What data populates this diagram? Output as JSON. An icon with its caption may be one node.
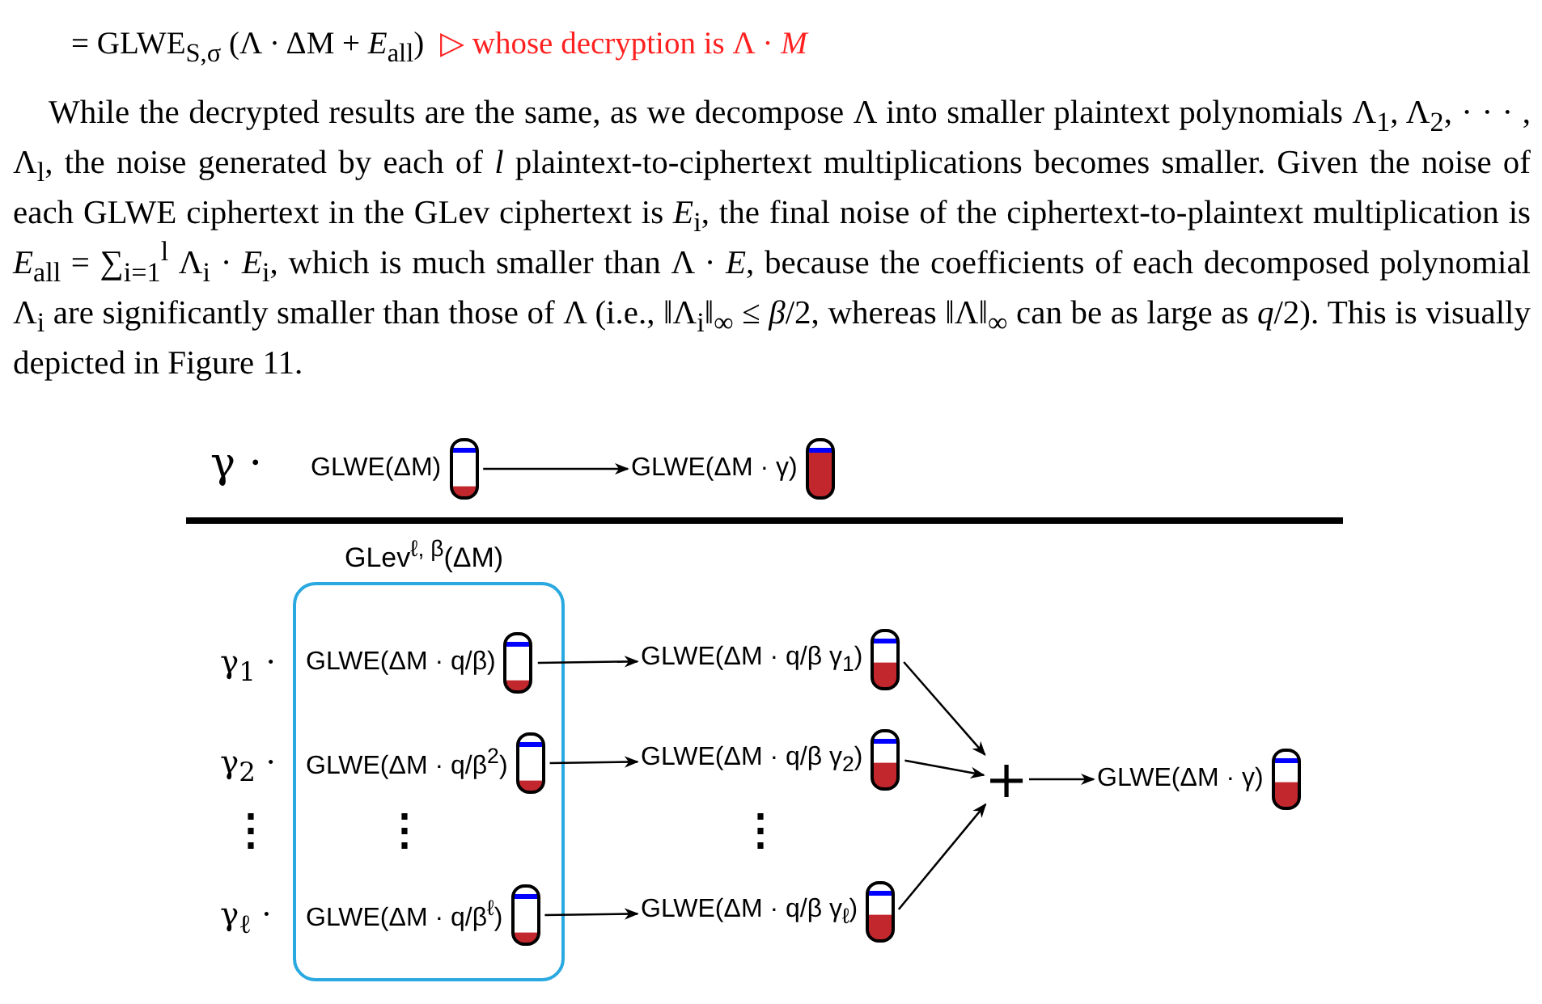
{
  "diagram": {
    "nodes": [
      {
        "text": [
          "GLWE(ΔM)"
        ]
      },
      {
        "text": [
          "GLWE(ΔM · γ)"
        ]
      },
      {
        "text": [
          "GLev$^{ℓ, β}$(ΔM)"
        ]
      },
      {
        "text": [
          "GLWE(ΔM · q/β)"
        ],
        "in": 2
      },
      {
        "text": [
          "GLWE(ΔM · q/β$^{2}$)"
        ],
        "in": 2
      },
      {
        "text": [
          "GLWE(ΔM · q/β$^{ℓ}$)"
        ],
        "in": 2
      },
      {
        "text": [
          "GLWE(ΔM · q/β γ$_{1}$)"
        ]
      },
      {
        "text": [
          "GLWE(ΔM · q/β γ$_{2}$)"
        ]
      },
      {
        "text": [
          "GLWE(ΔM · q/β γ$_{ℓ}$)"
        ]
      },
      {
        "text": [
          "+"
        ]
      },
      {
        "text": [
          "GLWE(ΔM · γ)"
        ]
      }
    ],
    "edges": [
      {
        "from": 0,
        "to": 1,
        "arrow": "to"
      },
      {
        "from": 3,
        "to": 6,
        "arrow": "to"
      },
      {
        "from": 4,
        "to": 7,
        "arrow": "to"
      },
      {
        "from": 5,
        "to": 8,
        "arrow": "to"
      },
      {
        "from": 6,
        "to": 9,
        "arrow": "to"
      },
      {
        "from": 7,
        "to": 9,
        "arrow": "to"
      },
      {
        "from": 8,
        "to": 9,
        "arrow": "to"
      },
      {
        "from": 9,
        "to": 10,
        "arrow": "to"
      }
    ],
    "labels": [
      "= GLWE$_{S,σ}$ (Λ · ΔM + *E*$_{all}$)",
      "▷ whose decryption is Λ · *M*",
      "While the decrypted results are the same, as we decompose Λ into smaller plaintext polynomials Λ$_{1}$, Λ$_{2}$, · · · , Λ$_{l}$, the noise generated by each of *l* plaintext-to-ciphertext multiplications becomes smaller. Given the noise of each GLWE ciphertext in the GLev ciphertext is *E*$_{i}$, the final noise of the ciphertext-to-plaintext multiplication is *E*$_{all}$ = ∑$_{i=1}$$^{l}$ Λ$_{i}$ · *E*$_{i}$, which is much smaller than Λ · *E*, because the coefficients of each decomposed polynomial Λ$_{i}$ are significantly smaller than those of Λ (i.e., ‖Λ$_{i}$‖$_{∞}$ ≤ *β*/2, whereas ‖Λ‖$_{∞}$ can be as large as *q*/2). This is visually depicted in Figure 11.",
      "γ ·",
      "γ$_{1}$ ·",
      "γ$_{2}$ ·",
      "⋮",
      "⋮",
      "⋮",
      "γ$_{ℓ}$ ·"
    ]
  }
}
